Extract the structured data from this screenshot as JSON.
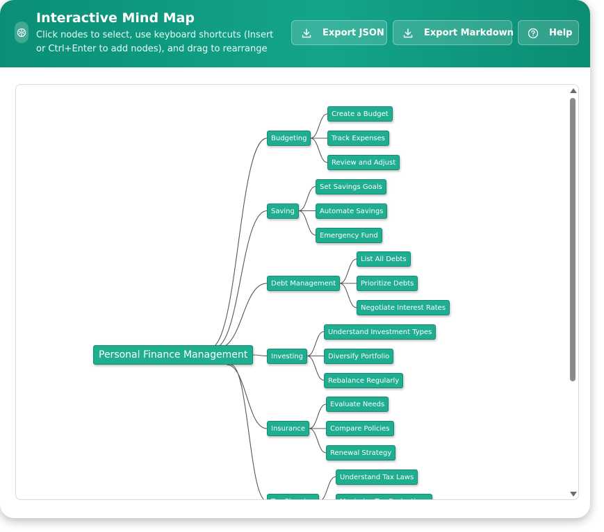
{
  "header": {
    "title": "Interactive Mind Map",
    "subtitle": "Click nodes to select, use keyboard shortcuts (Insert or Ctrl+Enter to add nodes), and drag to rearrange",
    "buttons": {
      "export_json": "Export JSON",
      "export_markdown": "Export Markdown",
      "help": "Help"
    }
  },
  "mindmap": {
    "root": "Personal Finance Management",
    "branches": [
      {
        "label": "Budgeting",
        "children": [
          "Create a Budget",
          "Track Expenses",
          "Review and Adjust"
        ]
      },
      {
        "label": "Saving",
        "children": [
          "Set Savings Goals",
          "Automate Savings",
          "Emergency Fund"
        ]
      },
      {
        "label": "Debt Management",
        "children": [
          "List All Debts",
          "Prioritize Debts",
          "Negotiate Interest Rates"
        ]
      },
      {
        "label": "Investing",
        "children": [
          "Understand Investment Types",
          "Diversify Portfolio",
          "Rebalance Regularly"
        ]
      },
      {
        "label": "Insurance",
        "children": [
          "Evaluate Needs",
          "Compare Policies",
          "Renewal Strategy"
        ]
      },
      {
        "label": "Tax Planning",
        "children": [
          "Understand Tax Laws",
          "Maximize Tax Deductions"
        ]
      }
    ]
  },
  "colors": {
    "accent": "#13a58a",
    "node_fill": "#1fae90",
    "link": "#555555"
  },
  "scroll": {
    "position": 0.0,
    "visible_fraction": 0.72
  }
}
